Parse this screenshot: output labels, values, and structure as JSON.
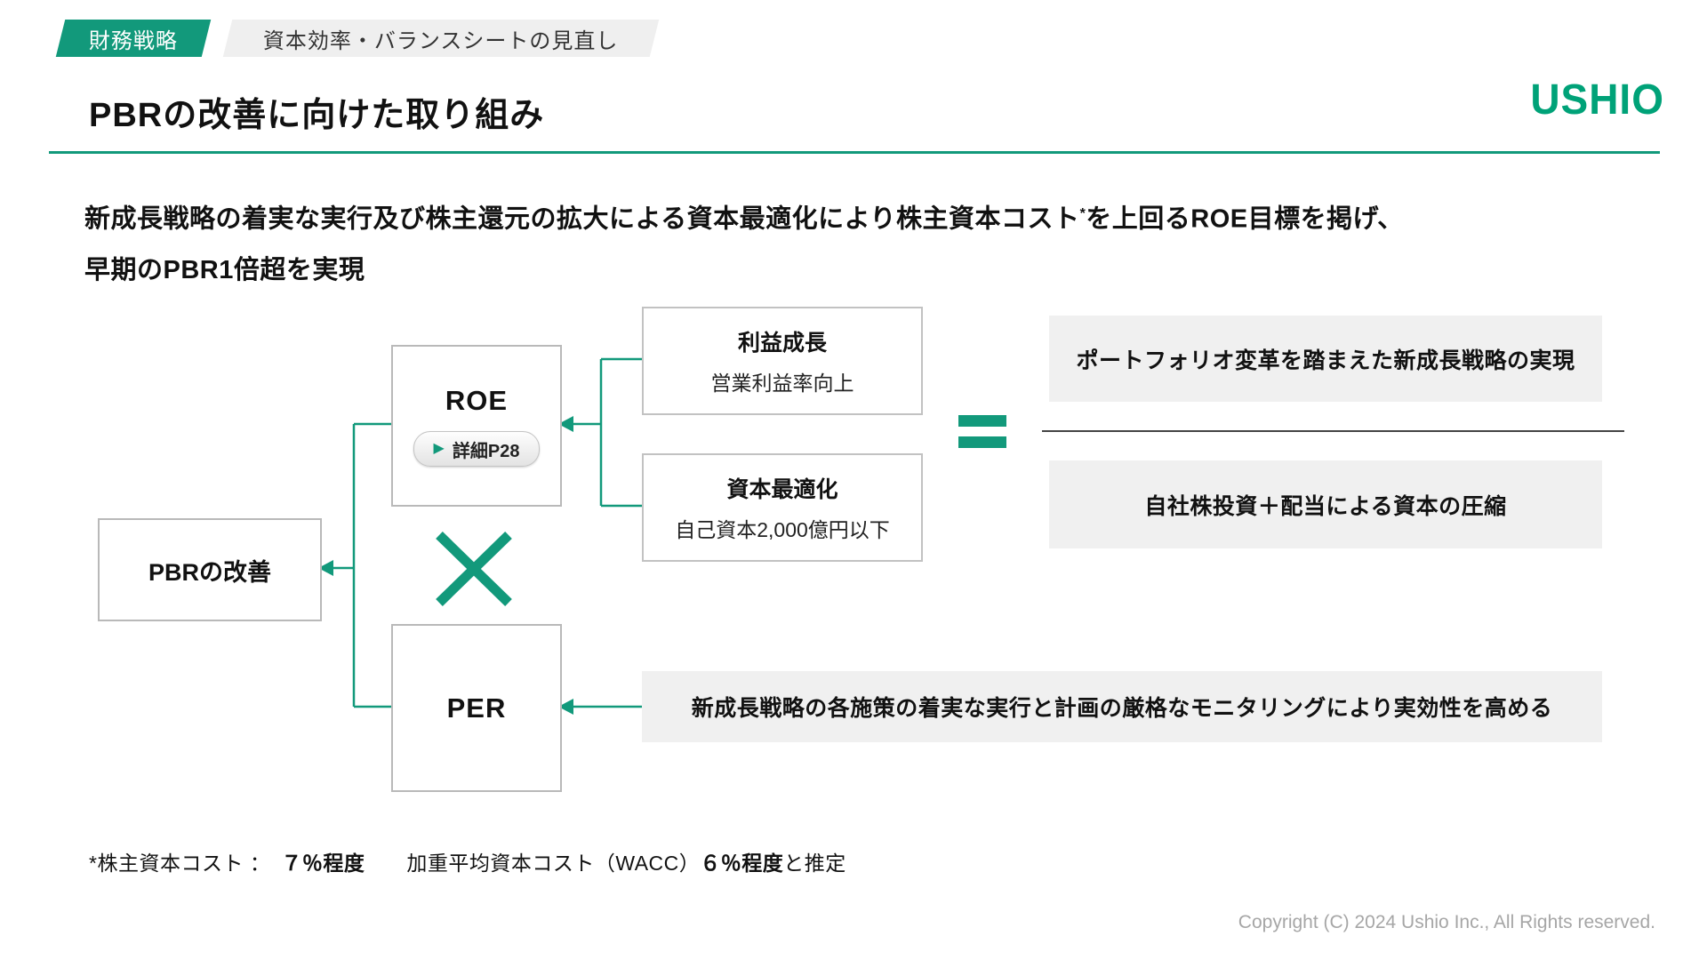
{
  "colors": {
    "accent_green": "#12997b",
    "logo_green": "#00a278",
    "gray_box_bg": "#f0f0f0",
    "border_gray": "#b9b9b9"
  },
  "header": {
    "category_badge": "財務戦略",
    "topic_tag": "資本効率・バランスシートの見直し",
    "title": "PBRの改善に向けた取り組み",
    "logo": "USHIO"
  },
  "lead": {
    "line1_part1": "新成長戦略の着実な実行及び株主還元の拡大による資本最適化により株主資本コスト",
    "line1_sup": "*",
    "line1_part2": "を上回るROE目標を掲げ、",
    "line2": "早期のPBR1倍超を実現"
  },
  "diagram": {
    "pbr_box": "PBRの改善",
    "roe_box": {
      "label": "ROE",
      "detail_icon": "▶",
      "detail_label": "詳細P28"
    },
    "per_box": "PER",
    "multiply_symbol": "×",
    "equals_symbol": "=",
    "profit_box": {
      "title": "利益成長",
      "subtitle": "営業利益率向上"
    },
    "capital_box": {
      "title": "資本最適化",
      "subtitle": "自己資本2,000億円以下"
    },
    "numerator_box": "ポートフォリオ変革を踏まえた新成長戦略の実現",
    "denominator_box": "自社株投資＋配当による資本の圧縮",
    "per_note_box": "新成長戦略の各施策の着実な実行と計画の厳格なモニタリングにより実効性を高める"
  },
  "footnote": {
    "prefix": "*株主資本コスト ：　",
    "bold1": "７％程度",
    "middle": "　　加重平均資本コスト（WACC）",
    "bold2": "６％程度",
    "suffix": "と推定"
  },
  "footer": {
    "copyright": "Copyright (C) 2024 Ushio Inc., All Rights reserved."
  }
}
